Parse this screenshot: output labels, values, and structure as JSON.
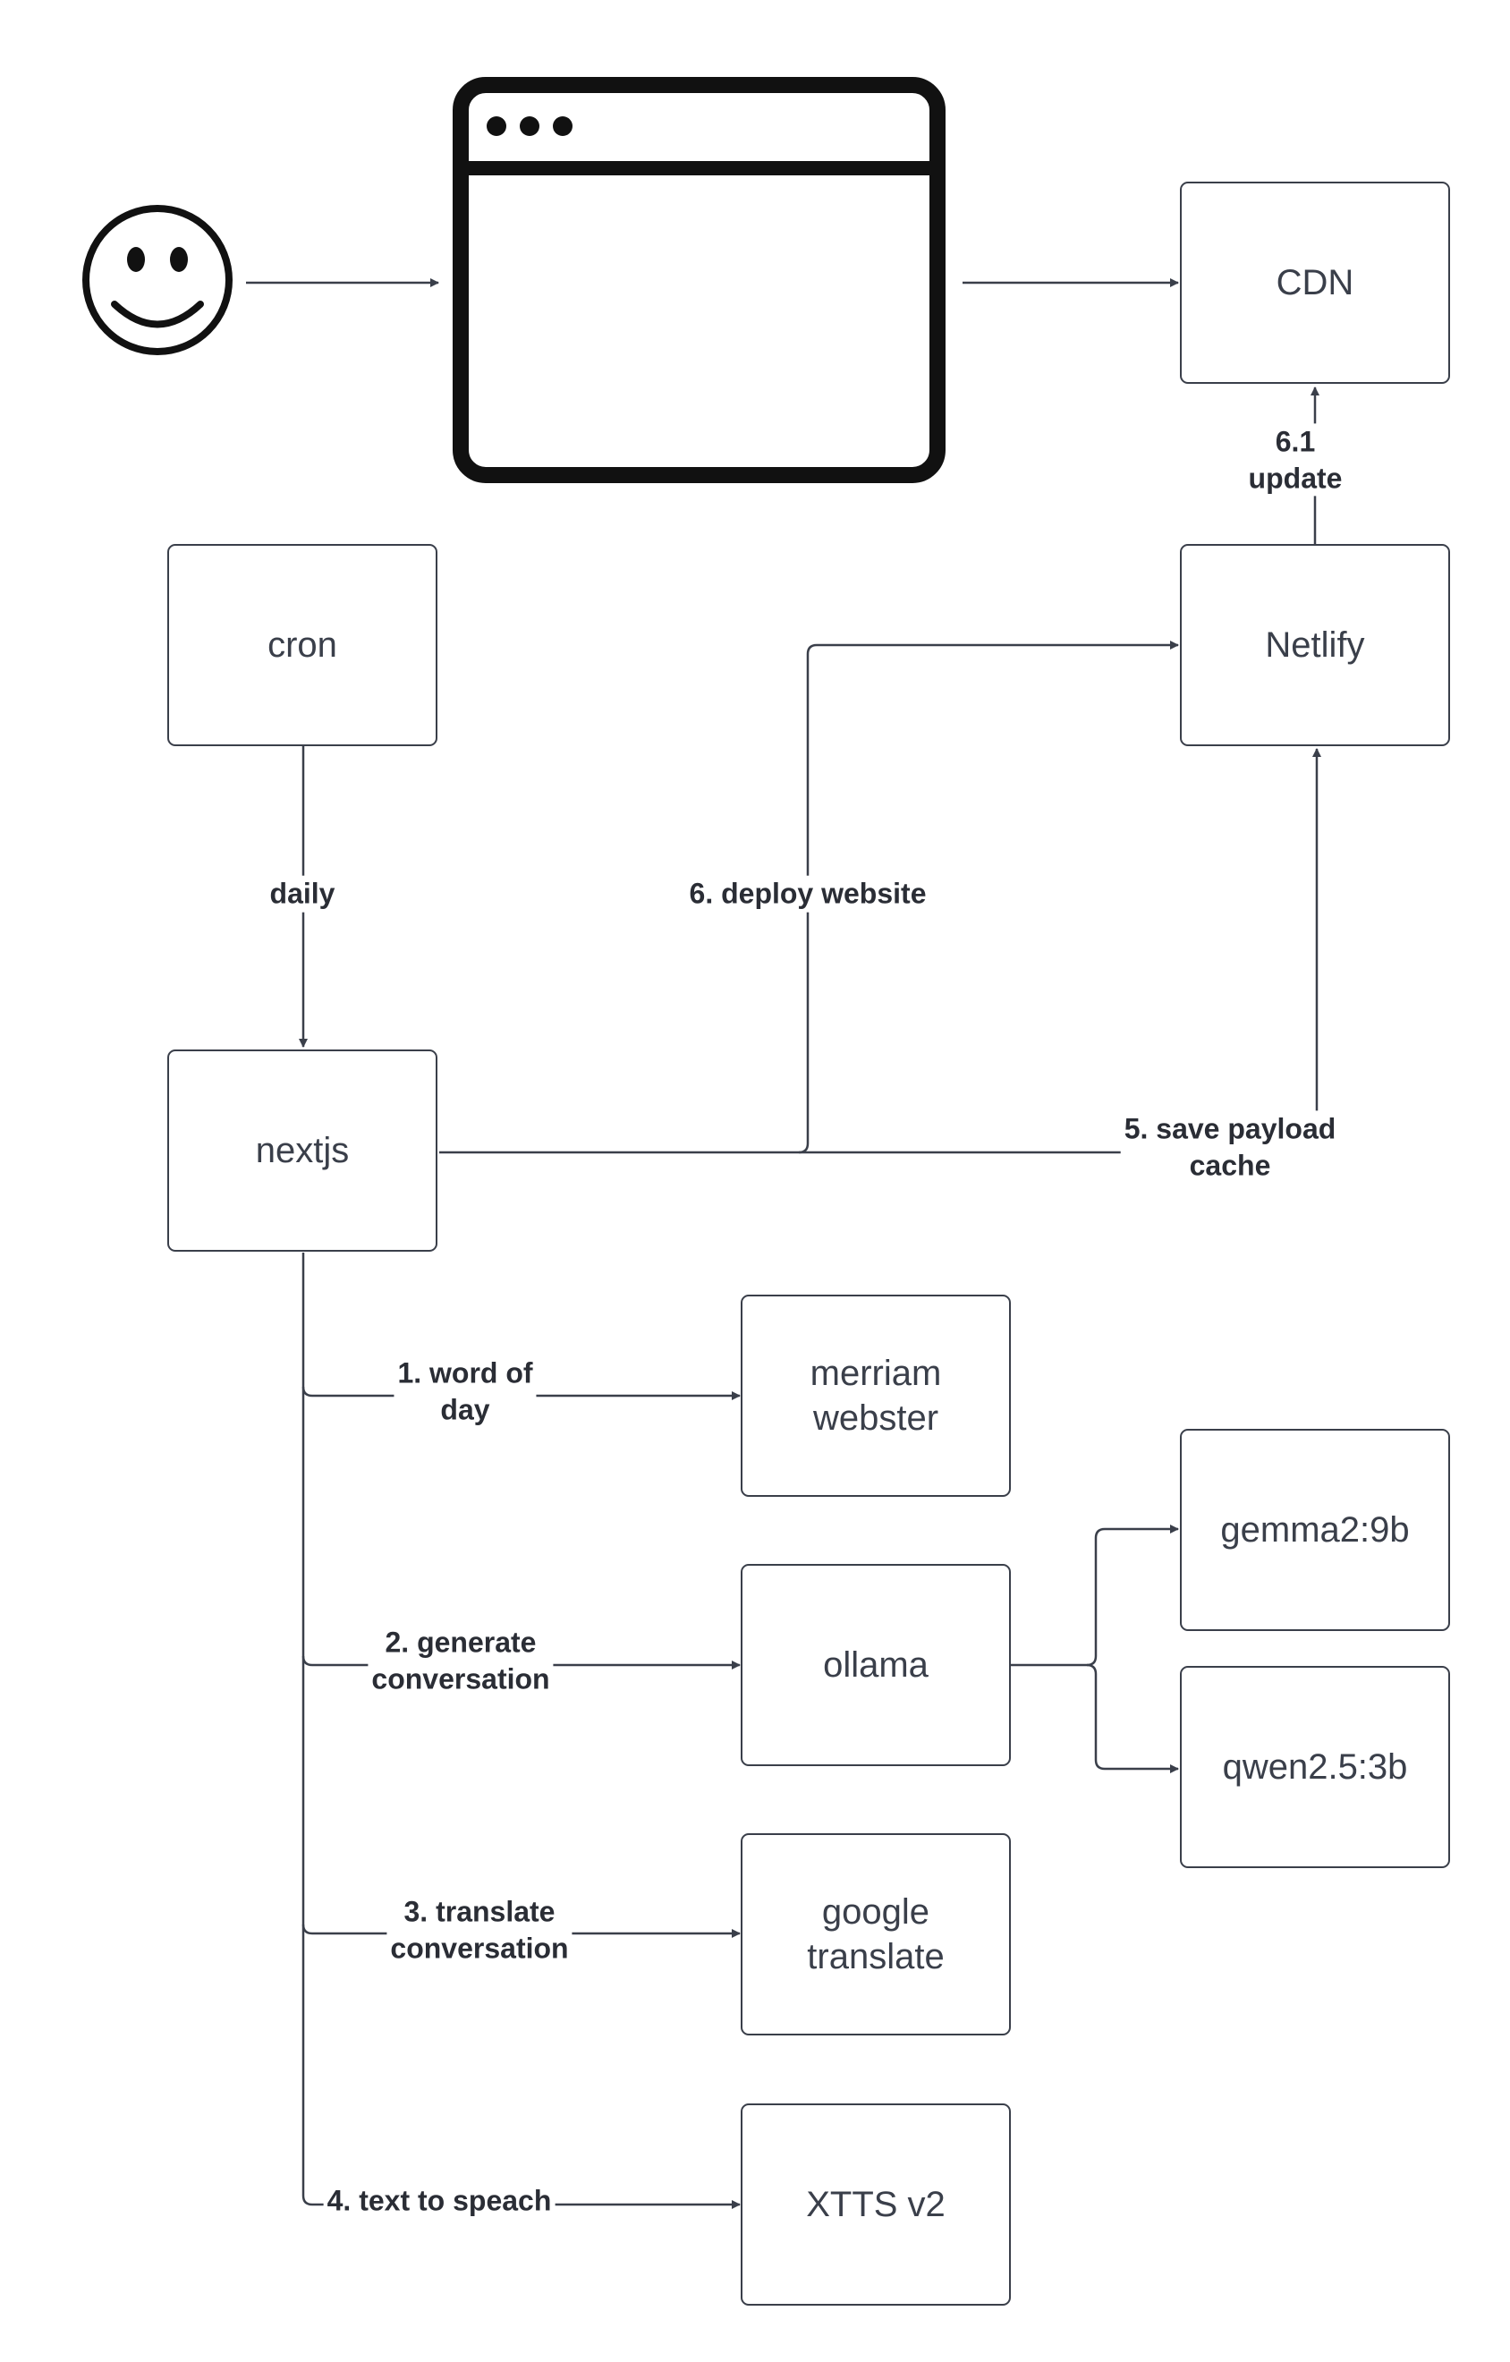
{
  "nodes": {
    "cdn": "CDN",
    "cron": "cron",
    "netlify": "Netlify",
    "nextjs": "nextjs",
    "merriam": "merriam\nwebster",
    "ollama": "ollama",
    "gemma": "gemma2:9b",
    "qwen": "qwen2.5:3b",
    "google": "google\ntranslate",
    "xtts": "XTTS v2"
  },
  "edges": {
    "update": "6.1\nupdate",
    "daily": "daily",
    "deploy": "6. deploy website",
    "save": "5. save payload\ncache",
    "word": "1. word of\nday",
    "generate": "2. generate\nconversation",
    "translate": "3. translate\nconversation",
    "tts": "4. text to speach"
  },
  "colors": {
    "line": "#3a3f4a",
    "text": "#2a2d35",
    "icon": "#111111"
  },
  "icons": {
    "user": "smiley-face-icon",
    "browser": "browser-window-icon"
  }
}
